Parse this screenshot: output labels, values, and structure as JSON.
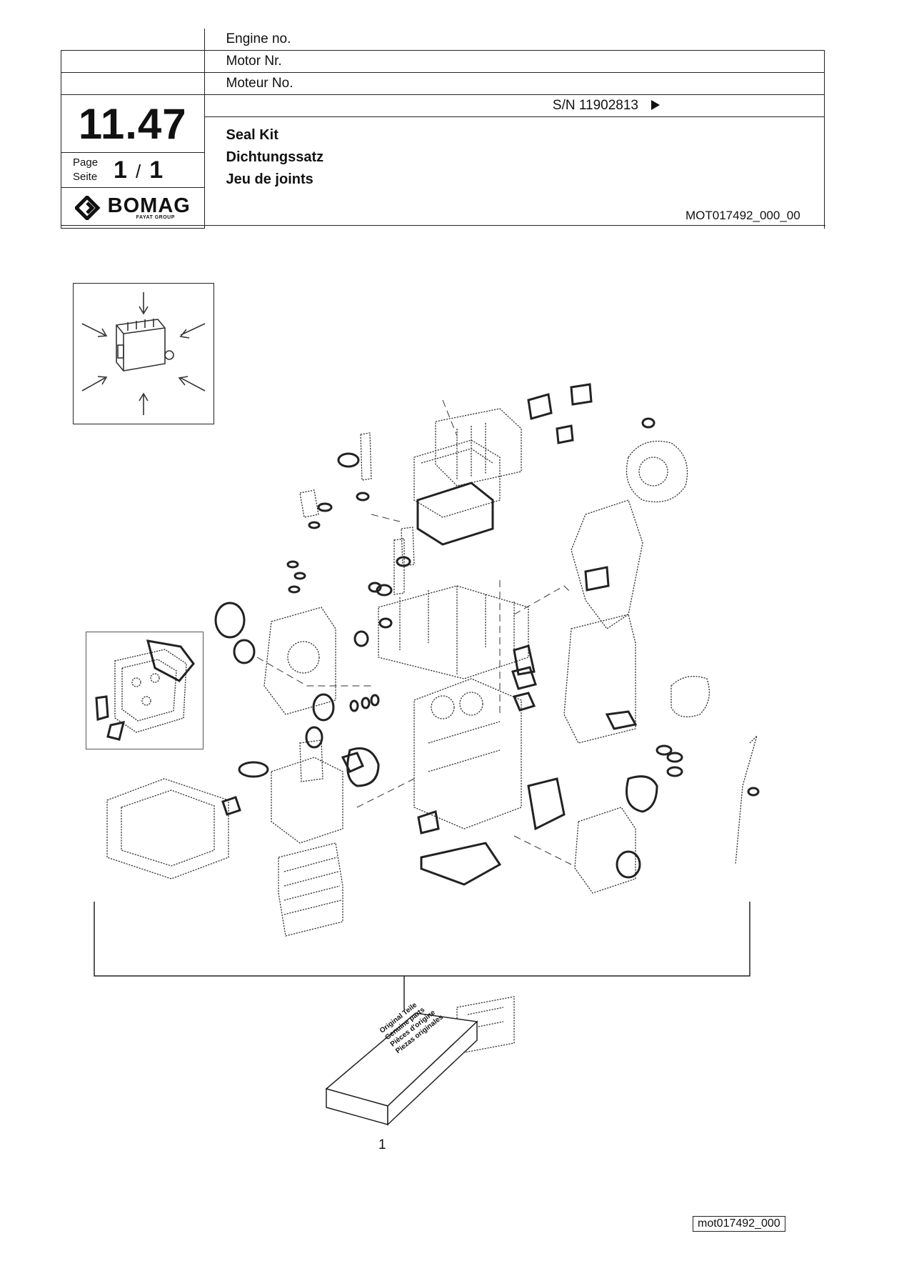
{
  "header": {
    "engine_labels": [
      "Engine no.",
      "Motor Nr.",
      "Moteur No."
    ],
    "section_number": "11.47",
    "page_word_en": "Page",
    "page_word_de": "Seite",
    "page_current": "1",
    "page_separator": "/",
    "page_total": "1",
    "brand": "BOMAG",
    "brand_sub": "FAYAT GROUP",
    "serial": "S/N 11902813",
    "titles": [
      "Seal Kit",
      "Dichtungssatz",
      "Jeu de joints"
    ],
    "doc_id": "MOT017492_000_00"
  },
  "diagram": {
    "item_number": "1",
    "kit_box_lines": [
      "Original Teile",
      "Genuine parts",
      "Pièces d'origine",
      "Piezas originales"
    ]
  },
  "footer": {
    "image_code": "mot017492_000"
  },
  "colors": {
    "line": "#222222",
    "background": "#ffffff"
  }
}
